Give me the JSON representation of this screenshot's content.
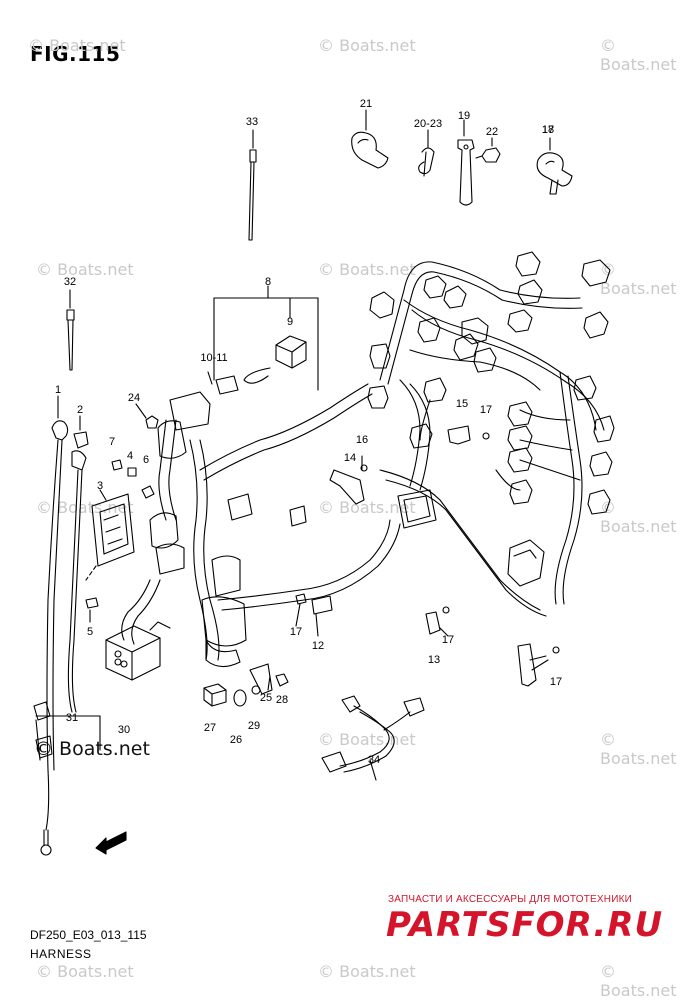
{
  "figure": {
    "title": "FIG.115",
    "code": "DF250_E03_013_115",
    "name": "HARNESS"
  },
  "watermark": {
    "text": "© Boats.net"
  },
  "brand": {
    "tagline": "ЗАПЧАСТИ И АКСЕССУАРЫ ДЛЯ МОТОТЕХНИКИ",
    "logo": "PARTSFOR.RU",
    "color": "#d4142a"
  },
  "callouts": [
    "1",
    "2",
    "3",
    "4",
    "5",
    "6",
    "7",
    "8",
    "9",
    "10-11",
    "12",
    "13",
    "14",
    "15",
    "16",
    "17",
    "17",
    "17",
    "17",
    "17",
    "18",
    "19",
    "20-23",
    "21",
    "22",
    "24",
    "25",
    "26",
    "27",
    "28",
    "29",
    "30",
    "31",
    "32",
    "33",
    "34"
  ],
  "icons": {
    "fwd_arrow": "fwd-arrow-icon",
    "fwd_label": "FWD"
  }
}
